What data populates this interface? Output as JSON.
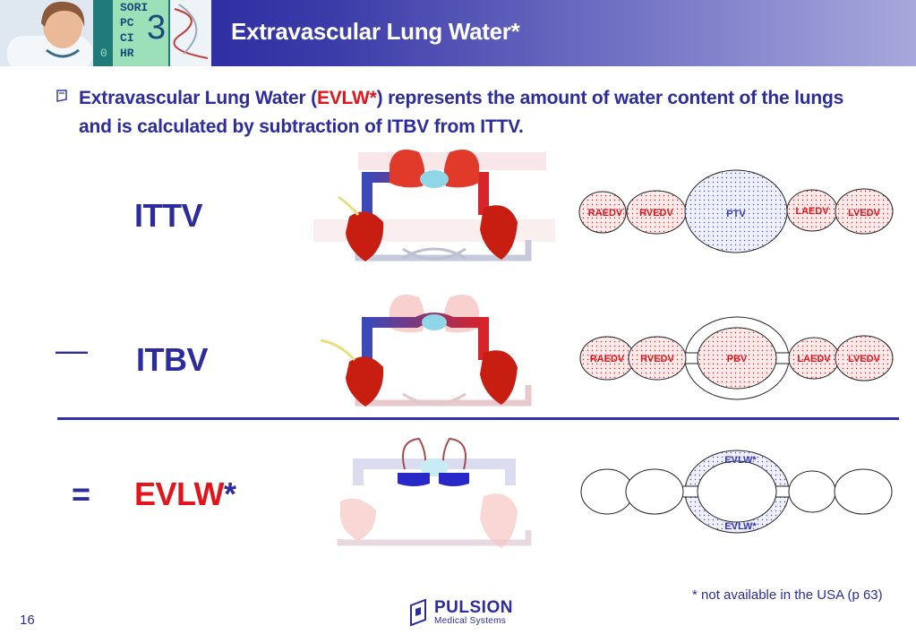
{
  "header": {
    "title": "Extravascular Lung Water*",
    "monitor": {
      "line1": "SORI",
      "line2": "PC",
      "line3": "CI",
      "line4": "HR",
      "digit_3": "3",
      "digit_0": "0"
    }
  },
  "intro": {
    "part1": "Extravascular Lung Water (",
    "abbrev": "EVLW",
    "star": "*",
    "part2": ") represents the amount of water content of the lungs and is calculated by subtraction of ITBV from ITTV."
  },
  "rows": {
    "ittv": {
      "label": "ITTV",
      "ovals": [
        "RAEDV",
        "RVEDV",
        "PTV",
        "LAEDV",
        "LVEDV"
      ]
    },
    "itbv": {
      "operator": "—",
      "label": "ITBV",
      "ovals": [
        "RAEDV",
        "RVEDV",
        "PBV",
        "LAEDV",
        "LVEDV"
      ]
    },
    "evlw": {
      "operator": "=",
      "label": "EVLW",
      "star": "*",
      "top_label": "EVLW*",
      "bottom_label": "EVLW*"
    }
  },
  "footer": {
    "footnote": "* not available in the USA (p 63)",
    "page_number": "16",
    "logo_name": "PULSION",
    "logo_sub": "Medical Systems"
  },
  "colors": {
    "blue_text": "#2c2c9e",
    "red_text": "#e2141c",
    "header_dark": "#1a1a9a",
    "header_light": "#a8a8dc"
  }
}
